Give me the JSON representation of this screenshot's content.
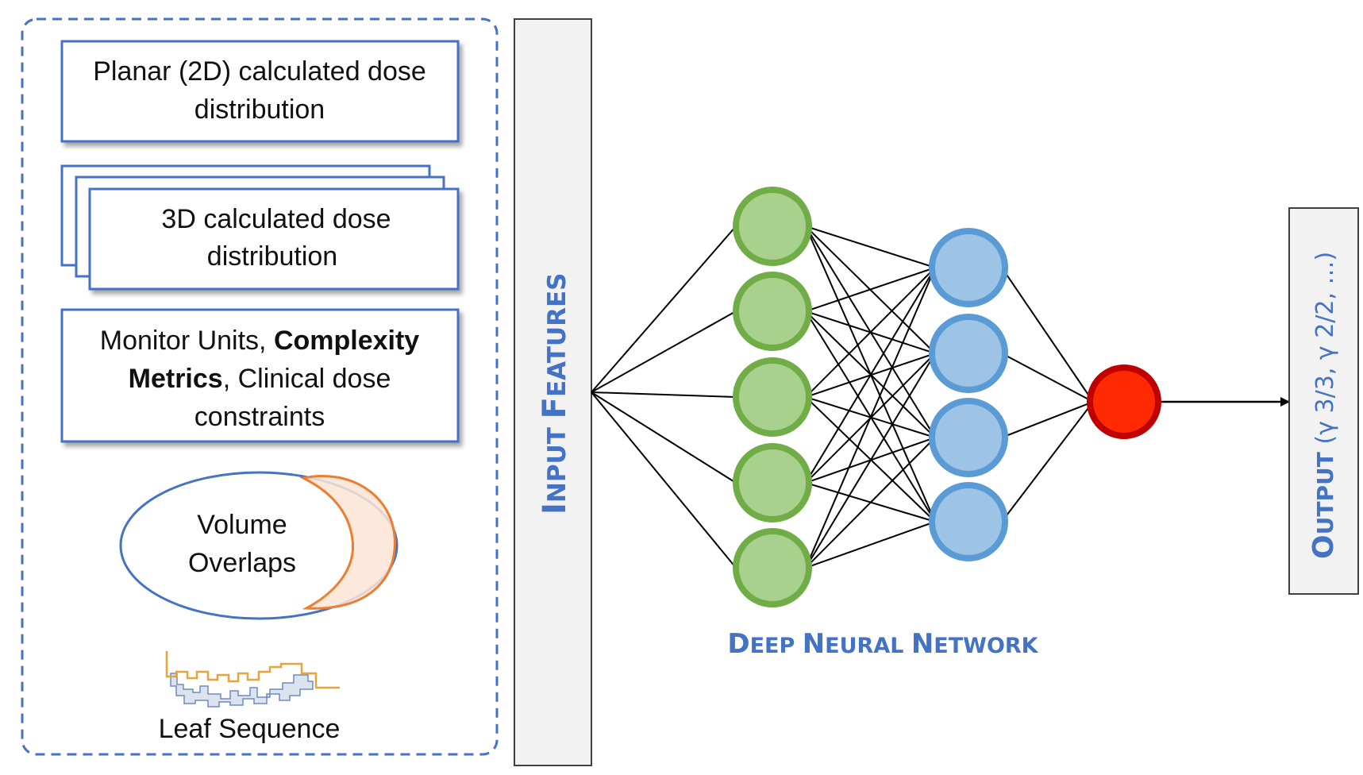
{
  "inputs": {
    "box1": {
      "line1": "Planar (2D) calculated dose",
      "line2": "distribution"
    },
    "box2": {
      "line1": "3D calculated dose",
      "line2": "distribution"
    },
    "box3": {
      "line1_normal": "Monitor Units, ",
      "line1_bold": "Complexity",
      "line2_bold": "Metrics",
      "line2_normal": ", Clinical dose",
      "line3": "constraints"
    },
    "overlap": {
      "line1": "Volume",
      "line2": "Overlaps"
    },
    "leaf": {
      "label": "Leaf Sequence"
    }
  },
  "input_features": {
    "big1": "I",
    "small1": "NPUT ",
    "big2": "F",
    "small2": "EATURES"
  },
  "network": {
    "label": {
      "big1": "D",
      "small1": "EEP ",
      "big2": "N",
      "small2": "EURAL ",
      "big3": "N",
      "small3": "ETWORK"
    },
    "layers": [
      {
        "name": "hidden-1",
        "nodes": 5,
        "fill": "#A9D18E",
        "stroke": "#70AD47"
      },
      {
        "name": "hidden-2",
        "nodes": 4,
        "fill": "#9DC3E6",
        "stroke": "#5B9BD5"
      },
      {
        "name": "output",
        "nodes": 1,
        "fill": "#FF2A00",
        "stroke": "#C00000"
      }
    ]
  },
  "output": {
    "big": "O",
    "small": "UTPUT ",
    "detail": "(γ 3/3, γ 2/2, …)"
  },
  "colors": {
    "accent_blue": "#4472C4",
    "box_border": "#4472C4",
    "panel_fill": "#F2F2F2",
    "line": "#000000"
  }
}
